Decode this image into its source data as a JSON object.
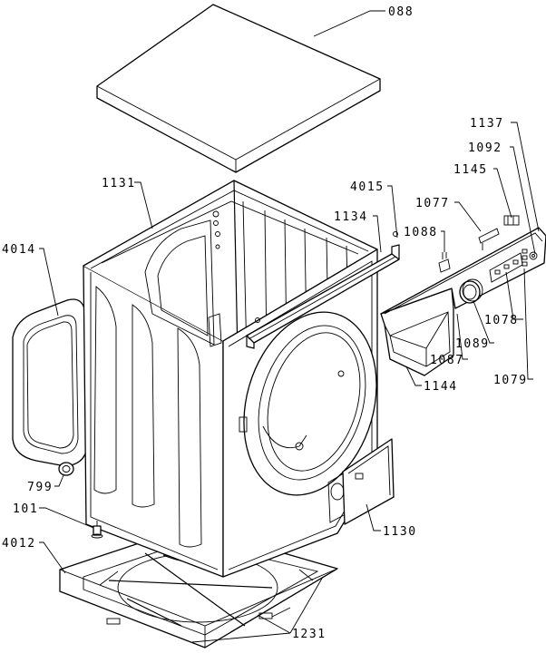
{
  "diagram": {
    "parts": [
      {
        "id": "top-cover",
        "label": "088"
      },
      {
        "id": "cabinet-frame",
        "label": "1131"
      },
      {
        "id": "side-panel",
        "label": "4014"
      },
      {
        "id": "rear-rail",
        "label": "4015"
      },
      {
        "id": "cross-rail",
        "label": "1134"
      },
      {
        "id": "control-panel",
        "label": "1137"
      },
      {
        "id": "panel-screw",
        "label": "1092"
      },
      {
        "id": "pcb-connector",
        "label": "1145"
      },
      {
        "id": "button-strip",
        "label": "1077"
      },
      {
        "id": "spring-clip",
        "label": "1088"
      },
      {
        "id": "display-window",
        "label": "1078"
      },
      {
        "id": "programme-knob",
        "label": "1089"
      },
      {
        "id": "knob-ring",
        "label": "1087"
      },
      {
        "id": "push-buttons",
        "label": "1079"
      },
      {
        "id": "detergent-drawer",
        "label": "1144"
      },
      {
        "id": "service-hatch",
        "label": "1130"
      },
      {
        "id": "plug-cap",
        "label": "799"
      },
      {
        "id": "foot",
        "label": "101"
      },
      {
        "id": "base-frame",
        "label": "4012"
      },
      {
        "id": "base-clips",
        "label": "1231"
      }
    ]
  }
}
